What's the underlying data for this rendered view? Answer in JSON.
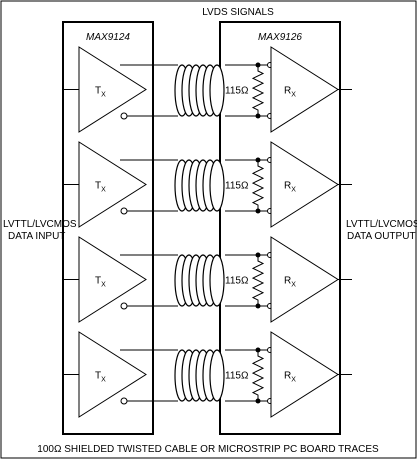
{
  "header": {
    "title": "LVDS SIGNALS"
  },
  "chips": {
    "tx_chip": "MAX9124",
    "rx_chip": "MAX9126"
  },
  "side_labels": {
    "input_line1": "LVTTL/LVCMOS",
    "input_line2": "DATA INPUT",
    "output_line1": "LVTTL/LVCMOS",
    "output_line2": "DATA OUTPUT"
  },
  "channels": [
    {
      "tx": "T",
      "tx_sub": "X",
      "rx": "R",
      "rx_sub": "X",
      "termination": "115Ω"
    },
    {
      "tx": "T",
      "tx_sub": "X",
      "rx": "R",
      "rx_sub": "X",
      "termination": "115Ω"
    },
    {
      "tx": "T",
      "tx_sub": "X",
      "rx": "R",
      "rx_sub": "X",
      "termination": "115Ω"
    },
    {
      "tx": "T",
      "tx_sub": "X",
      "rx": "R",
      "rx_sub": "X",
      "termination": "115Ω"
    }
  ],
  "footer": {
    "caption": "100Ω SHIELDED TWISTED CABLE OR MICROSTRIP PC BOARD TRACES"
  }
}
